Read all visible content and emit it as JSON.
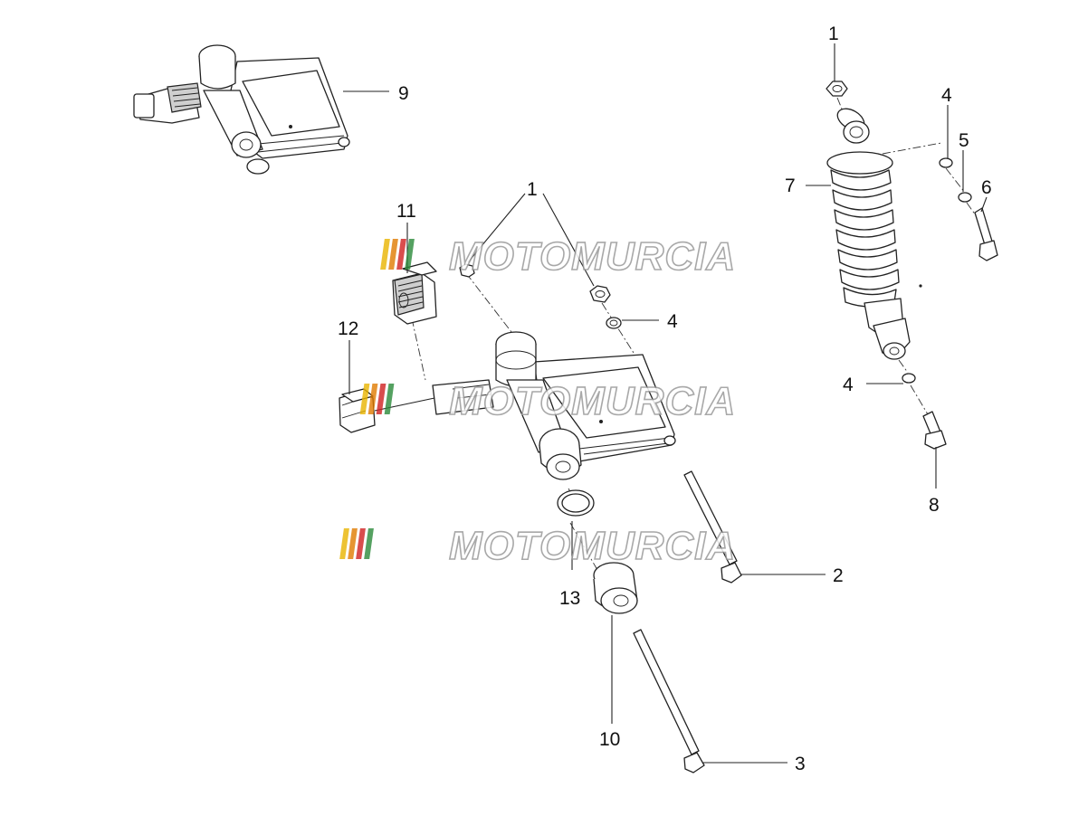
{
  "callouts": [
    {
      "id": "c1a",
      "label": "1"
    },
    {
      "id": "c1b",
      "label": "1"
    },
    {
      "id": "c2",
      "label": "2"
    },
    {
      "id": "c3",
      "label": "3"
    },
    {
      "id": "c4a",
      "label": "4"
    },
    {
      "id": "c4b",
      "label": "4"
    },
    {
      "id": "c4c",
      "label": "4"
    },
    {
      "id": "c5",
      "label": "5"
    },
    {
      "id": "c6",
      "label": "6"
    },
    {
      "id": "c7",
      "label": "7"
    },
    {
      "id": "c8",
      "label": "8"
    },
    {
      "id": "c9",
      "label": "9"
    },
    {
      "id": "c10",
      "label": "10"
    },
    {
      "id": "c11",
      "label": "11"
    },
    {
      "id": "c12",
      "label": "12"
    },
    {
      "id": "c13",
      "label": "13"
    }
  ],
  "watermark": {
    "text": "MOTOMURCIA",
    "stripe_colors": [
      "#e8b400",
      "#e07a00",
      "#d02020",
      "#2a8a3a"
    ]
  }
}
